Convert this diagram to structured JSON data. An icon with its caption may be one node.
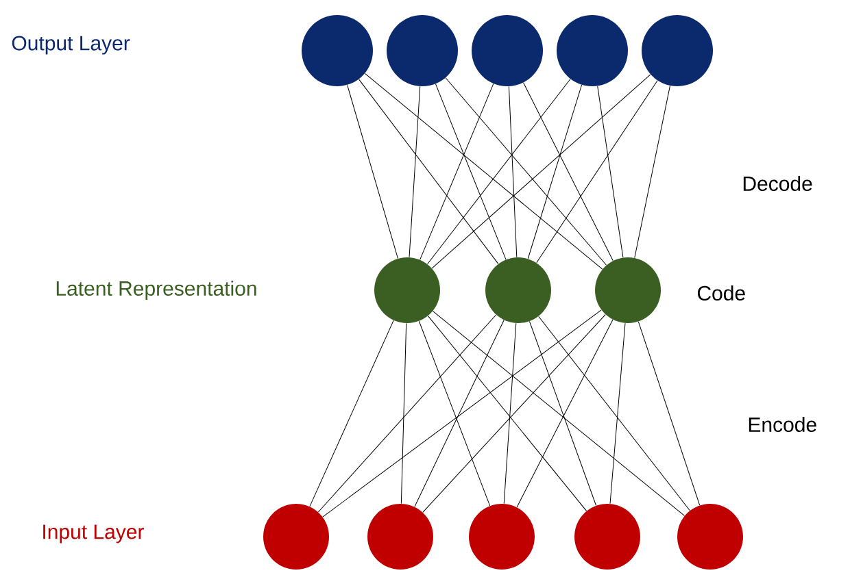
{
  "diagram": {
    "nodes": [
      {
        "text": [],
        "shape": "circle"
      },
      {
        "text": [],
        "shape": "circle"
      },
      {
        "text": [],
        "shape": "circle"
      },
      {
        "text": [],
        "shape": "circle"
      },
      {
        "text": [],
        "shape": "circle"
      },
      {
        "text": [],
        "shape": "circle"
      },
      {
        "text": [],
        "shape": "circle"
      },
      {
        "text": [],
        "shape": "circle"
      },
      {
        "text": [],
        "shape": "circle"
      },
      {
        "text": [],
        "shape": "circle"
      },
      {
        "text": [],
        "shape": "circle"
      },
      {
        "text": [],
        "shape": "circle"
      },
      {
        "text": [],
        "shape": "circle"
      }
    ],
    "edges": [
      {
        "from": 8,
        "to": 5,
        "arrow": "none"
      },
      {
        "from": 8,
        "to": 6,
        "arrow": "none"
      },
      {
        "from": 8,
        "to": 7,
        "arrow": "none"
      },
      {
        "from": 9,
        "to": 5,
        "arrow": "none"
      },
      {
        "from": 9,
        "to": 6,
        "arrow": "none"
      },
      {
        "from": 9,
        "to": 7,
        "arrow": "none"
      },
      {
        "from": 10,
        "to": 5,
        "arrow": "none"
      },
      {
        "from": 10,
        "to": 6,
        "arrow": "none"
      },
      {
        "from": 10,
        "to": 7,
        "arrow": "none"
      },
      {
        "from": 11,
        "to": 5,
        "arrow": "none"
      },
      {
        "from": 11,
        "to": 6,
        "arrow": "none"
      },
      {
        "from": 11,
        "to": 7,
        "arrow": "none"
      },
      {
        "from": 12,
        "to": 5,
        "arrow": "none"
      },
      {
        "from": 12,
        "to": 6,
        "arrow": "none"
      },
      {
        "from": 12,
        "to": 7,
        "arrow": "none"
      },
      {
        "from": 5,
        "to": 0,
        "arrow": "none"
      },
      {
        "from": 5,
        "to": 1,
        "arrow": "none"
      },
      {
        "from": 5,
        "to": 2,
        "arrow": "none"
      },
      {
        "from": 5,
        "to": 3,
        "arrow": "none"
      },
      {
        "from": 5,
        "to": 4,
        "arrow": "none"
      },
      {
        "from": 6,
        "to": 0,
        "arrow": "none"
      },
      {
        "from": 6,
        "to": 1,
        "arrow": "none"
      },
      {
        "from": 6,
        "to": 2,
        "arrow": "none"
      },
      {
        "from": 6,
        "to": 3,
        "arrow": "none"
      },
      {
        "from": 6,
        "to": 4,
        "arrow": "none"
      },
      {
        "from": 7,
        "to": 0,
        "arrow": "none"
      },
      {
        "from": 7,
        "to": 1,
        "arrow": "none"
      },
      {
        "from": 7,
        "to": 2,
        "arrow": "none"
      },
      {
        "from": 7,
        "to": 3,
        "arrow": "none"
      },
      {
        "from": 7,
        "to": 4,
        "arrow": "none"
      }
    ],
    "labels": [
      "Output Layer",
      "Decode",
      "Latent Representation",
      "Code",
      "Encode",
      "Input Layer"
    ]
  }
}
